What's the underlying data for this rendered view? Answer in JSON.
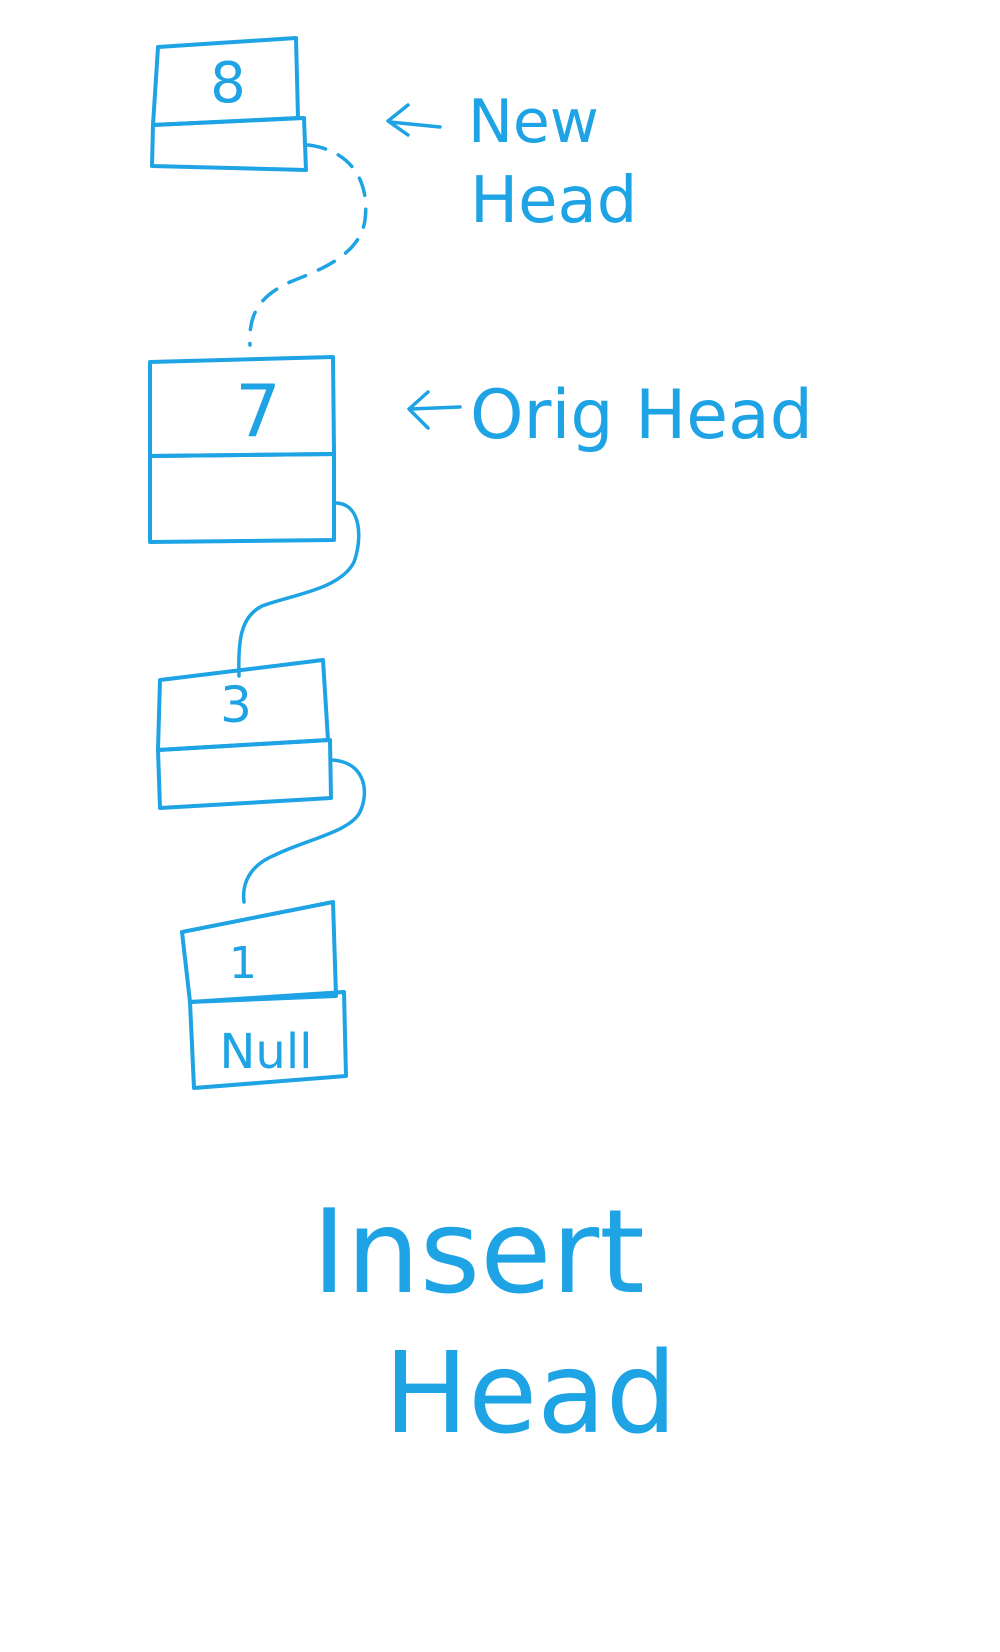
{
  "ink_color": "#1ea3e4",
  "background": "#ffffff",
  "nodes": [
    {
      "id": "node-8",
      "value": "8",
      "next": ""
    },
    {
      "id": "node-7",
      "value": "7",
      "next": ""
    },
    {
      "id": "node-3",
      "value": "3",
      "next": ""
    },
    {
      "id": "node-1",
      "value": "1",
      "next": "Null"
    }
  ],
  "pointers": [
    {
      "from": "node-8",
      "to": "node-7",
      "style": "dashed"
    },
    {
      "from": "node-7",
      "to": "node-3",
      "style": "solid"
    },
    {
      "from": "node-3",
      "to": "node-1",
      "style": "solid"
    }
  ],
  "labels": {
    "new_head_line1": "New",
    "new_head_line2": "Head",
    "orig_head": "Orig Head"
  },
  "caption": {
    "line1": "Insert",
    "line2": "Head"
  }
}
